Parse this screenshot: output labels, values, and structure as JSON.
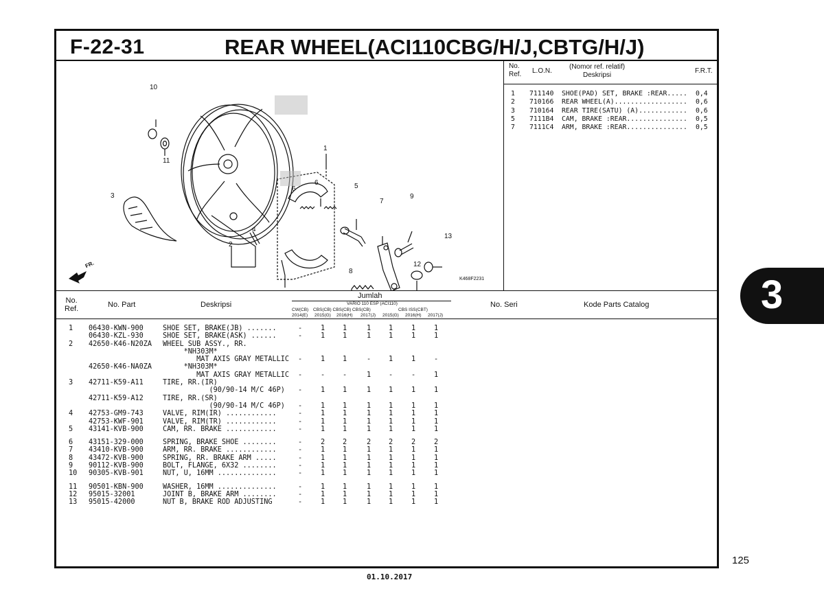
{
  "figure_code": "F-22-31",
  "title": "REAR WHEEL(ACI110CBG/H/J,CBTG/H/J)",
  "diagram": {
    "code": "K468F2231",
    "callouts": [
      "10",
      "11",
      "1",
      "3",
      "6",
      "6",
      "5",
      "7",
      "9",
      "4",
      "2",
      "13",
      "12",
      "8"
    ],
    "direction": "FR."
  },
  "frt_table": {
    "header": {
      "no_ref_1": "No.",
      "no_ref_2": "Ref.",
      "lon": "L.O.N.",
      "nomor": "(Nomor ref. relatif)",
      "deskripsi": "Deskripsi",
      "frt": "F.R.T."
    },
    "rows": [
      {
        "ref": "1",
        "lon": "711140",
        "desc": "SHOE(PAD) SET, BRAKE :REAR.....",
        "frt": "0,4"
      },
      {
        "ref": "2",
        "lon": "710166",
        "desc": "REAR WHEEL(A)..................",
        "frt": "0,6"
      },
      {
        "ref": "3",
        "lon": "710164",
        "desc": "REAR TIRE(SATU) (A)............",
        "frt": "0,6"
      },
      {
        "ref": "5",
        "lon": "7111B4",
        "desc": "CAM, BRAKE :REAR...............",
        "frt": "0,5"
      },
      {
        "ref": "7",
        "lon": "7111C4",
        "desc": "ARM, BRAKE :REAR...............",
        "frt": "0,5"
      }
    ]
  },
  "parts_table": {
    "header": {
      "no_ref_1": "No.",
      "no_ref_2": "Ref.",
      "no_part": "No. Part",
      "deskripsi": "Deskripsi",
      "jumlah": "Jumlah",
      "model": "VARIO 110 ESP (ACI110)",
      "groups": [
        "CW(CB)",
        "CBS(CB) CBS(CB) CBS(CB)",
        "CBS ISS(CBT)"
      ],
      "years": [
        "2014(E)",
        "2015(G)",
        "2016(H)",
        "2017(J)",
        "2015(G)",
        "2016(H)",
        "2017(J)"
      ],
      "no_seri": "No. Seri",
      "kode": "Kode Parts Catalog"
    },
    "rows": [
      {
        "ref": "1",
        "part": "06430-KWN-900",
        "desc": "SHOE SET, BRAKE(JB) .......",
        "qty": [
          "-",
          "1",
          "1",
          "1",
          "1",
          "1",
          "1"
        ]
      },
      {
        "ref": "",
        "part": "06430-KZL-930",
        "desc": "SHOE SET, BRAKE(ASK) ......",
        "qty": [
          "-",
          "1",
          "1",
          "1",
          "1",
          "1",
          "1"
        ]
      },
      {
        "ref": "2",
        "part": "42650-K46-N20ZA",
        "desc": "WHEEL SUB ASSY., RR.",
        "qty": [
          "",
          "",
          "",
          "",
          "",
          "",
          ""
        ]
      },
      {
        "ref": "",
        "part": "",
        "desc": "     *NH303M*",
        "qty": [
          "",
          "",
          "",
          "",
          "",
          "",
          ""
        ]
      },
      {
        "ref": "",
        "part": "",
        "desc": "        MAT AXIS GRAY METALLIC",
        "qty": [
          "-",
          "1",
          "1",
          "-",
          "1",
          "1",
          "-"
        ]
      },
      {
        "ref": "",
        "part": "42650-K46-NA0ZA",
        "desc": "     *NH303M*",
        "qty": [
          "",
          "",
          "",
          "",
          "",
          "",
          ""
        ]
      },
      {
        "ref": "",
        "part": "",
        "desc": "        MAT AXIS GRAY METALLIC",
        "qty": [
          "-",
          "-",
          "-",
          "1",
          "-",
          "-",
          "1"
        ]
      },
      {
        "ref": "3",
        "part": "42711-K59-A11",
        "desc": "TIRE, RR.(IR)",
        "qty": [
          "",
          "",
          "",
          "",
          "",
          "",
          ""
        ]
      },
      {
        "ref": "",
        "part": "",
        "desc": "           (90/90-14 M/C 46P)",
        "qty": [
          "-",
          "1",
          "1",
          "1",
          "1",
          "1",
          "1"
        ]
      },
      {
        "ref": "",
        "part": "42711-K59-A12",
        "desc": "TIRE, RR.(SR)",
        "qty": [
          "",
          "",
          "",
          "",
          "",
          "",
          ""
        ]
      },
      {
        "ref": "",
        "part": "",
        "desc": "           (90/90-14 M/C 46P)",
        "qty": [
          "-",
          "1",
          "1",
          "1",
          "1",
          "1",
          "1"
        ]
      },
      {
        "ref": "4",
        "part": "42753-GM9-743",
        "desc": "VALVE, RIM(IR) ............",
        "qty": [
          "-",
          "1",
          "1",
          "1",
          "1",
          "1",
          "1"
        ]
      },
      {
        "ref": "",
        "part": "42753-KWF-901",
        "desc": "VALVE, RIM(TR) ............",
        "qty": [
          "-",
          "1",
          "1",
          "1",
          "1",
          "1",
          "1"
        ]
      },
      {
        "ref": "5",
        "part": "43141-KVB-900",
        "desc": "CAM, RR. BRAKE ............",
        "qty": [
          "-",
          "1",
          "1",
          "1",
          "1",
          "1",
          "1"
        ]
      },
      {
        "ref": "6",
        "part": "43151-329-000",
        "desc": "SPRING, BRAKE SHOE ........",
        "qty": [
          "-",
          "2",
          "2",
          "2",
          "2",
          "2",
          "2"
        ]
      },
      {
        "ref": "7",
        "part": "43410-KVB-900",
        "desc": "ARM, RR. BRAKE ............",
        "qty": [
          "-",
          "1",
          "1",
          "1",
          "1",
          "1",
          "1"
        ]
      },
      {
        "ref": "8",
        "part": "43472-KVB-900",
        "desc": "SPRING, RR. BRAKE ARM .....",
        "qty": [
          "-",
          "1",
          "1",
          "1",
          "1",
          "1",
          "1"
        ]
      },
      {
        "ref": "9",
        "part": "90112-KVB-900",
        "desc": "BOLT, FLANGE, 6X32 ........",
        "qty": [
          "-",
          "1",
          "1",
          "1",
          "1",
          "1",
          "1"
        ]
      },
      {
        "ref": "10",
        "part": "90305-KVB-901",
        "desc": "NUT, U, 16MM ..............",
        "qty": [
          "-",
          "1",
          "1",
          "1",
          "1",
          "1",
          "1"
        ]
      },
      {
        "ref": "11",
        "part": "90501-KBN-900",
        "desc": "WASHER, 16MM ..............",
        "qty": [
          "-",
          "1",
          "1",
          "1",
          "1",
          "1",
          "1"
        ]
      },
      {
        "ref": "12",
        "part": "95015-32001",
        "desc": "JOINT B, BRAKE ARM ........",
        "qty": [
          "-",
          "1",
          "1",
          "1",
          "1",
          "1",
          "1"
        ]
      },
      {
        "ref": "13",
        "part": "95015-42000",
        "desc": "NUT B, BRAKE ROD ADJUSTING",
        "qty": [
          "-",
          "1",
          "1",
          "1",
          "1",
          "1",
          "1"
        ]
      }
    ]
  },
  "page_number": "125",
  "section_tab": "3",
  "date": "01.10.2017"
}
